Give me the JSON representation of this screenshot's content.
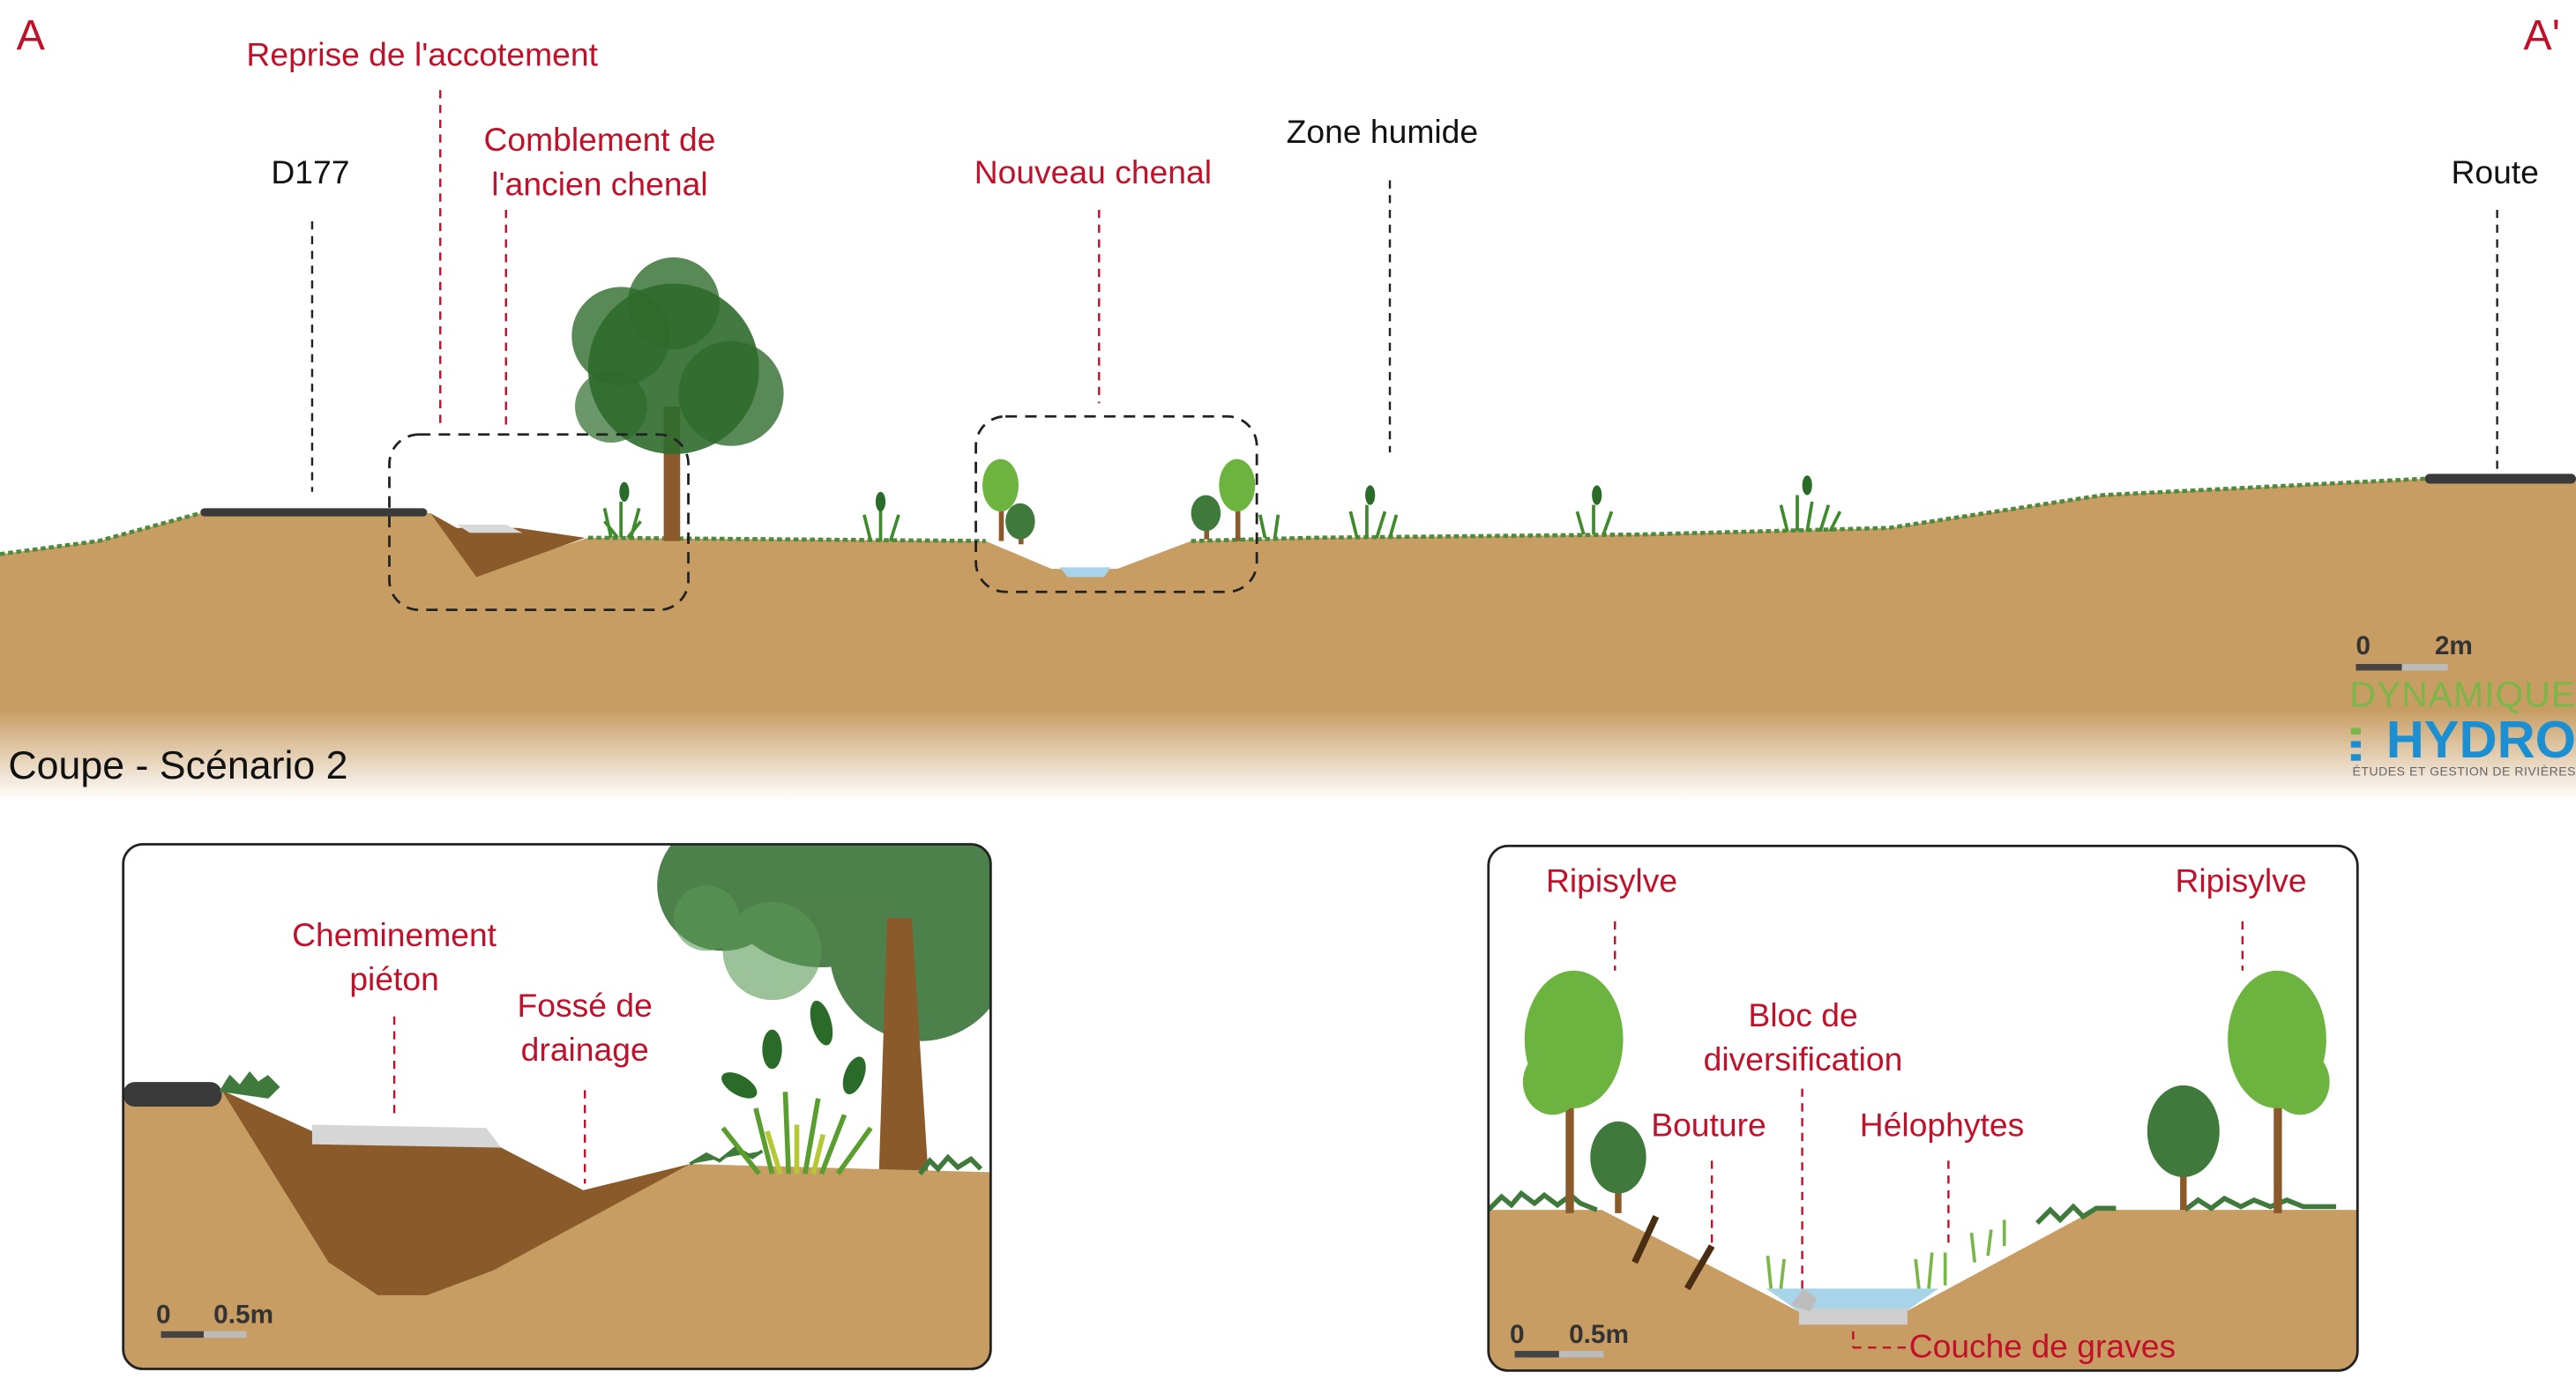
{
  "section": {
    "marker_left": "A",
    "marker_right": "A'",
    "title": "Coupe  - Scénario 2",
    "labels": {
      "reprise": "Reprise de l'accotement",
      "comblement": "Comblement de l'ancien chenal",
      "d177": "D177",
      "nouveau_chenal": "Nouveau chenal",
      "zone_humide": "Zone humide",
      "route": "Route"
    },
    "scale": {
      "start": "0",
      "end": "2m"
    }
  },
  "logo": {
    "line1": "DYNAMIQUE",
    "line2": "HYDRO",
    "tagline": "ÉTUDES ET GESTION DE RIVIÈRES"
  },
  "detail_left": {
    "labels": {
      "cheminement": "Cheminement piéton",
      "fosse": "Fossé de drainage"
    },
    "scale": {
      "start": "0",
      "end": "0.5m"
    }
  },
  "detail_right": {
    "labels": {
      "ripisylve_left": "Ripisylve",
      "ripisylve_right": "Ripisylve",
      "bloc": "Bloc de diversification",
      "bouture": "Bouture",
      "helophytes": "Hélophytes",
      "couche": "Couche de graves"
    },
    "scale": {
      "start": "0",
      "end": "0.5m"
    }
  },
  "colors": {
    "soil": "#c89d63",
    "fill_soil": "#8b5a2b",
    "grass": "#3f7a3c",
    "water": "#a8d4ea",
    "label_red": "#c0102a",
    "tree_dark": "#2e6b2c",
    "tree_light": "#6db33f"
  }
}
